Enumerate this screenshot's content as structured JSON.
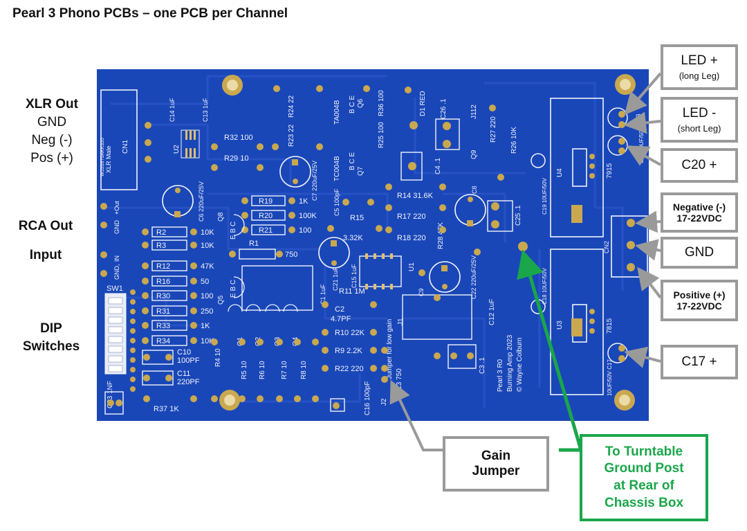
{
  "title": "Pearl 3 Phono PCBs – one PCB per Channel",
  "left_labels": {
    "xlr_out": "XLR Out",
    "gnd": "GND",
    "neg": "Neg (-)",
    "pos": "Pos (+)",
    "rca_out": "RCA Out",
    "input": "Input",
    "dip_line1": "DIP",
    "dip_line2": "Switches"
  },
  "callouts": {
    "led_plus": "LED +",
    "led_plus_sub": "(long Leg)",
    "led_minus": "LED -",
    "led_minus_sub": "(short Leg)",
    "c20": "C20 +",
    "negative_line1": "Negative (-)",
    "negative_line2": "17-22VDC",
    "gnd": "GND",
    "positive_line1": "Positive (+)",
    "positive_line2": "17-22VDC",
    "c17": "C17 +",
    "gain_line1": "Gain",
    "gain_line2": "Jumper",
    "ground_line1": "To Turntable",
    "ground_line2": "Ground Post",
    "ground_line3": "at Rear of",
    "ground_line4": "Chassis Box"
  },
  "silkscreen": {
    "resistors_left": [
      {
        "ref": "R2",
        "val": "10K"
      },
      {
        "ref": "R3",
        "val": "10K"
      },
      {
        "ref": "R12",
        "val": "47K"
      },
      {
        "ref": "R16",
        "val": "50"
      },
      {
        "ref": "R30",
        "val": "100"
      },
      {
        "ref": "R31",
        "val": "250"
      },
      {
        "ref": "R33",
        "val": "1K"
      },
      {
        "ref": "R34",
        "val": "10K"
      }
    ],
    "resistors_mid": [
      {
        "ref": "R19",
        "val": "1K"
      },
      {
        "ref": "R20",
        "val": "100K"
      },
      {
        "ref": "R21",
        "val": "100"
      }
    ],
    "r1": "R1",
    "r1_val": "750",
    "r32": "R32 100",
    "r29": "R29  10",
    "r15": "R15",
    "r15_val": "3.32K",
    "r17": "R17  220",
    "r18": "R18  220",
    "r14": "R14  31.6K",
    "r11": "R11  1M",
    "r10": "R10 22K",
    "r9": "R9  2.2K",
    "r22": "R22 220",
    "r37": "R37  1K",
    "r24": "R24 22",
    "r23": "R23 22",
    "r36": "R36 100",
    "r25": "R25 100",
    "r26": "R26 10K",
    "r27": "R27 220",
    "r28": "R28 47K",
    "r13": "R13 750",
    "bottom_res": [
      "R4 10",
      "R5 10",
      "R6 10",
      "R7 10",
      "R8 10"
    ],
    "c6": "C6 220uF/25V",
    "c7": "C7 220uF/25V",
    "c5": "C5 100pF",
    "c1": "C1 1uF",
    "c21": "C21 1uF",
    "c15": "C15 1uF",
    "c9": "C9",
    "c22": "C22 220uF/25V",
    "c2": "C2",
    "c2_val": "4.7PF",
    "c10": "C10",
    "c10_val": "100PF",
    "c11": "C11",
    "c11_val": "220PF",
    "c23": "C23 1NF",
    "c16": "C16 100pF",
    "c3": "C3 .1",
    "c12": "C12 1uF",
    "c18": "C18 10UF/50V",
    "c19": "C19 10UF/50V",
    "c17": "10UF/50V  C17",
    "c20": "C20 10UF/50V",
    "c8": "C8",
    "c4": "C4 .1",
    "c25": "C25 .1",
    "c26": "C26 .1",
    "c13": "C13 1uF",
    "c14": "C14 1uF",
    "u1": "U1",
    "u2": "U2",
    "u3": "U3",
    "u4": "U4",
    "reg_pos": "7815",
    "reg_neg": "7915",
    "cn1": "CN1",
    "cn2": "CN2",
    "xlr_part": "XLR Male",
    "xlr_pn": "WJ3S970AKK320",
    "sw1": "SW1",
    "d1": "D1 RED",
    "d3": "D3",
    "j1": "J1",
    "j2": "J2",
    "j112": "J112",
    "q6": "Q6",
    "q7": "Q7",
    "q8": "Q8",
    "q5": "Q5",
    "q9": "Q9",
    "q_row": [
      "Q1",
      "Q2",
      "Q3",
      "Q4"
    ],
    "bjt_pins": "B C E",
    "ebc_pins": "E B C",
    "ta004b_top": "TA004B",
    "ta004b_bottom": "TC004B",
    "jumper_text": "Jumper for low gain",
    "board_name": "Pearl 3 R0",
    "board_by": "Burning Amp 2023",
    "board_author": "© Wayne Colburn",
    "out_plus": "+Out",
    "gnd_pad": "GND",
    "in_pad": "IN",
    "gnd_pad2": "GND,"
  },
  "colors": {
    "pcb": "#1a47b8",
    "pcb_trace": "#2b5ad0",
    "silk": "#f2f4fb",
    "pad": "#c9a850",
    "callout_border": "#9a9a9a",
    "green": "#1aa64a"
  }
}
